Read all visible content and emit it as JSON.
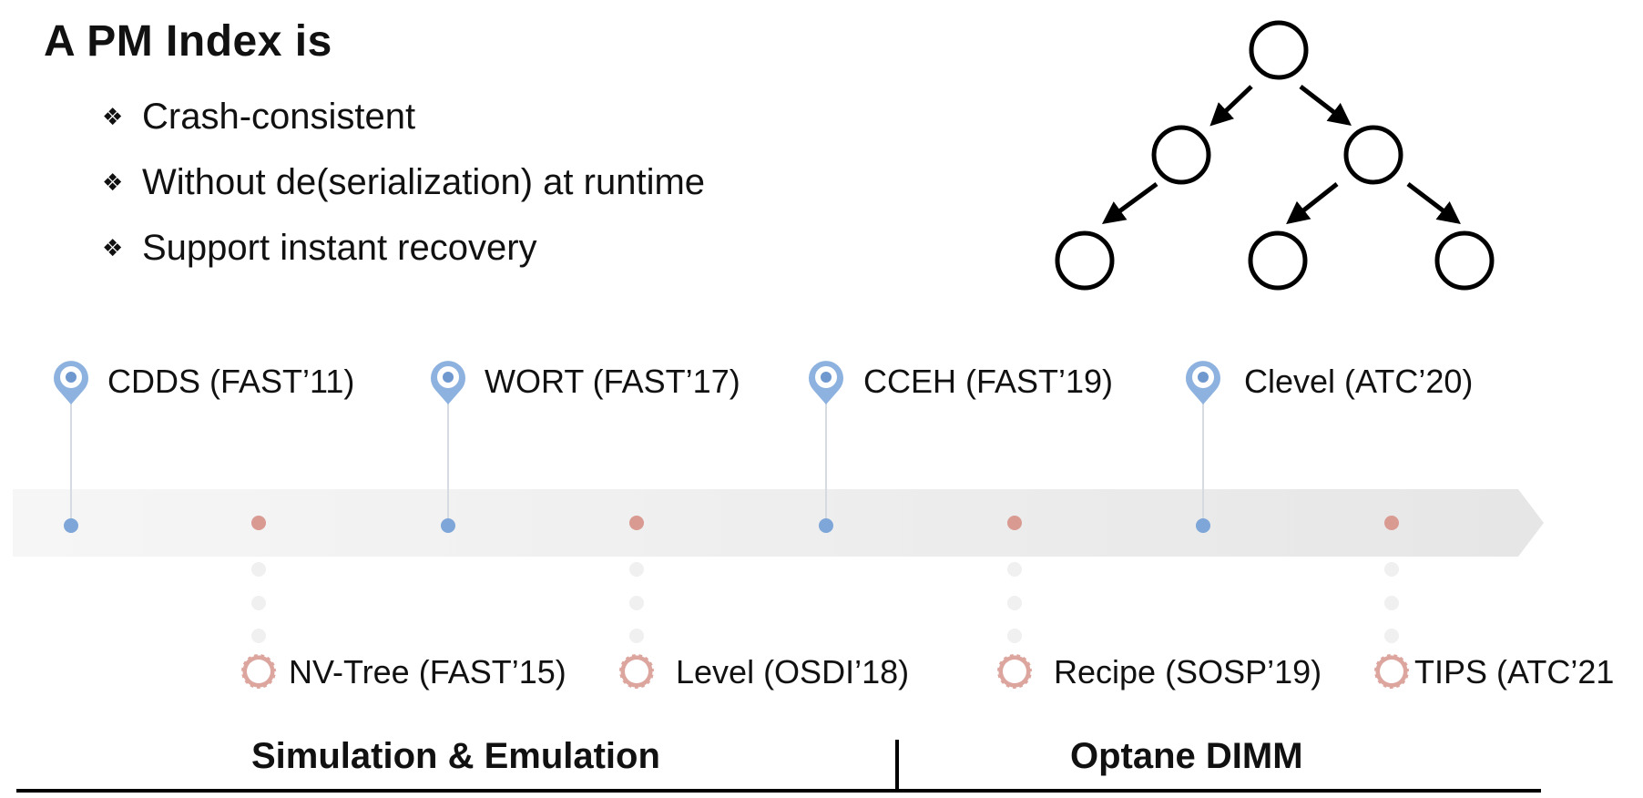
{
  "heading": "A PM Index is",
  "bullets": [
    {
      "marker": "❖",
      "text": "Crash-consistent"
    },
    {
      "marker": "❖",
      "text": "Without de(serialization) at runtime"
    },
    {
      "marker": "❖",
      "text": "Support instant recovery"
    }
  ],
  "timeline_top": [
    {
      "label": "CDDS (FAST’11)"
    },
    {
      "label": "WORT (FAST’17)"
    },
    {
      "label": "CCEH (FAST’19)"
    },
    {
      "label": "Clevel (ATC’20)"
    }
  ],
  "timeline_bottom": [
    {
      "label": "NV-Tree (FAST’15)"
    },
    {
      "label": "Level (OSDI’18)"
    },
    {
      "label": "Recipe (SOSP’19)"
    },
    {
      "label": "TIPS (ATC’21"
    }
  ],
  "eras": {
    "left": "Simulation & Emulation",
    "right": "Optane DIMM"
  },
  "colors": {
    "top_marker": "#7ea6d8",
    "bottom_marker": "#d99a92",
    "arrow_band": "#efefef"
  },
  "icons": {
    "top_marker": "location-pin-icon",
    "bottom_marker": "gear-icon",
    "bullet": "diamond-bullet-icon"
  }
}
